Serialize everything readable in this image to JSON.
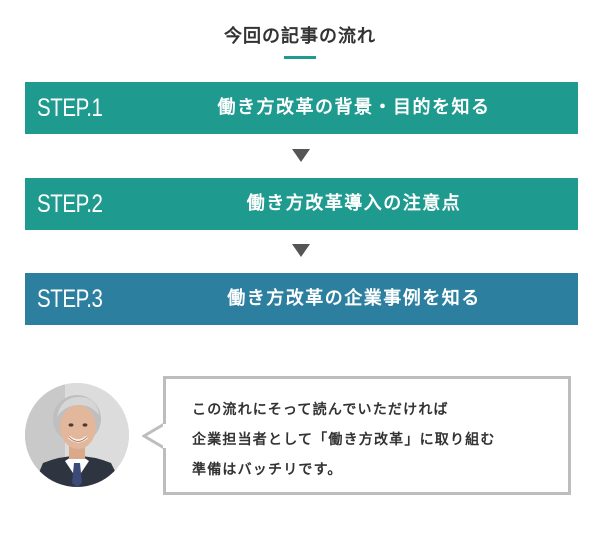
{
  "header": {
    "title": "今回の記事の流れ",
    "accent_color": "#1f9a8f"
  },
  "steps": [
    {
      "label": "STEP.1",
      "text": "働き方改革の背景・目的を知る",
      "color": "#1f9a8f"
    },
    {
      "label": "STEP.2",
      "text": "働き方改革導入の注意点",
      "color": "#1f9a8f"
    },
    {
      "label": "STEP.3",
      "text": "働き方改革の企業事例を知る",
      "color": "#2d7fa0"
    }
  ],
  "arrows": {
    "icon": "triangle-down-icon",
    "color": "#555555"
  },
  "speech": {
    "avatar": "man-portrait",
    "lines": [
      "この流れにそって読んでいただければ",
      "企業担当者として「働き方改革」に取り組む",
      "準備はバッチリです。"
    ]
  }
}
